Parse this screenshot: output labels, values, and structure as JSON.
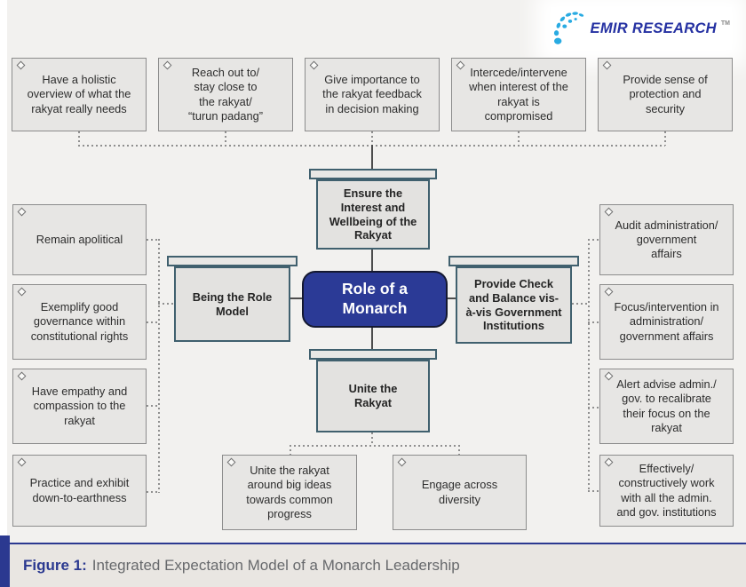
{
  "logo": {
    "brand": "EMIR RESEARCH",
    "trademark": "TM",
    "dot_color": "#29abe2",
    "text_color": "#2531a2"
  },
  "diagram": {
    "center": "Role of a\nMonarch",
    "branch_top": "Ensure the\nInterest and\nWellbeing of the\nRakyat",
    "branch_left": "Being the Role\nModel",
    "branch_right": "Provide Check\nand Balance vis-\nà-vis Government\nInstitutions",
    "branch_bottom": "Unite the\nRakyat",
    "top_row": [
      "Have a holistic\noverview of what the\nrakyat really needs",
      "Reach out to/\nstay close to\nthe rakyat/\n“turun padang”",
      "Give importance to\nthe rakyat feedback\nin decision making",
      "Intercede/intervene\nwhen interest of the\nrakyat is\ncompromised",
      "Provide sense of\nprotection and\nsecurity"
    ],
    "left_column": [
      "Remain apolitical",
      "Exemplify good\ngovernance within\nconstitutional rights",
      "Have empathy and\ncompassion to the\nrakyat",
      "Practice and exhibit\ndown-to-earthness"
    ],
    "right_column": [
      "Audit administration/\ngovernment\naffairs",
      "Focus/intervention in\nadministration/\ngovernment affairs",
      "Alert advise admin./\ngov. to recalibrate\ntheir focus on the\nrakyat",
      "Effectively/\nconstructively work\nwith all the admin.\nand gov. institutions"
    ],
    "bottom_row": [
      "Unite the rakyat\naround big ideas\ntowards common\nprogress",
      "Engage across\ndiversity"
    ]
  },
  "caption": {
    "label": "Figure 1:",
    "text": "Integrated Expectation Model of a Monarch Leadership"
  },
  "colors": {
    "accent_blue": "#2b3990",
    "branch_border": "#40606e",
    "satellite_border": "#8c8c8c",
    "background": "#f2f1ef"
  }
}
